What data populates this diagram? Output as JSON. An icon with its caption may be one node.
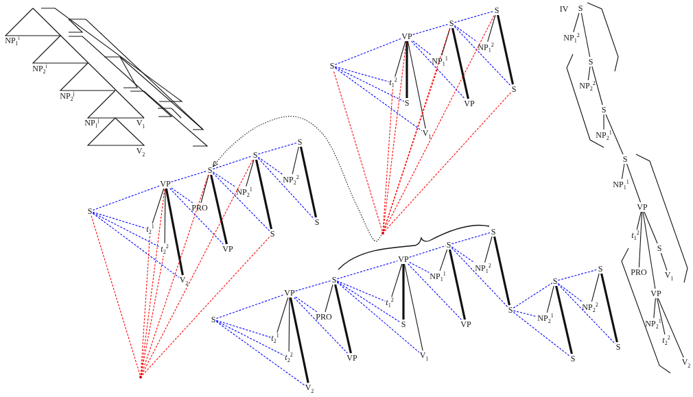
{
  "diagram": {
    "nodes": [
      {
        "text": [
          "S"
        ]
      },
      {
        "text": [
          "VP"
        ]
      },
      {
        "text": [
          "*t*$_{1}$$^{2}$"
        ]
      },
      {
        "text": [
          "S"
        ]
      },
      {
        "text": [
          "V$_{1}$"
        ]
      },
      {
        "text": [
          "NP$_{1}$$^{1}$"
        ]
      },
      {
        "text": [
          "S"
        ]
      },
      {
        "text": [
          "VP"
        ]
      },
      {
        "text": [
          "NP$_{1}$$^{2}$"
        ]
      },
      {
        "text": [
          "S"
        ]
      },
      {
        "text": [
          "S"
        ]
      },
      {
        "text": [],
        "shape": "circle"
      },
      {
        "text": [
          "S"
        ]
      },
      {
        "text": [
          "VP"
        ]
      },
      {
        "text": [
          "*t*$_{2}$$^{1}$"
        ]
      },
      {
        "text": [
          "*t*$_{2}$$^{2}$"
        ]
      },
      {
        "text": [
          "V$_{2}$"
        ]
      },
      {
        "text": [
          "S"
        ]
      },
      {
        "text": [
          "PRO"
        ]
      },
      {
        "text": [
          "VP"
        ]
      },
      {
        "text": [
          "S"
        ]
      },
      {
        "text": [
          "NP$_{2}$$^{1}$"
        ]
      },
      {
        "text": [
          "S"
        ]
      },
      {
        "text": [
          "S"
        ]
      },
      {
        "text": [
          "NP$_{2}$$^{2}$"
        ]
      },
      {
        "text": [
          "S"
        ]
      },
      {
        "text": [],
        "shape": "circle"
      },
      {
        "text": [
          "S"
        ]
      },
      {
        "text": [
          "VP"
        ]
      },
      {
        "text": [
          "*t*$_{2}$$^{1}$"
        ]
      },
      {
        "text": [
          "*t*$_{2}$$^{2}$"
        ]
      },
      {
        "text": [
          "V$_{2}$"
        ]
      },
      {
        "text": [
          "S"
        ]
      },
      {
        "text": [
          "PRO"
        ]
      },
      {
        "text": [
          "VP"
        ]
      },
      {
        "text": [
          "VP"
        ]
      },
      {
        "text": [
          "*t*$_{1}$$^{2}$"
        ]
      },
      {
        "text": [
          "S"
        ]
      },
      {
        "text": [
          "V$_{1}$"
        ]
      },
      {
        "text": [
          "NP$_{1}$$^{1}$"
        ]
      },
      {
        "text": [
          "S"
        ]
      },
      {
        "text": [
          "VP"
        ]
      },
      {
        "text": [
          "NP$_{1}$$^{2}$"
        ]
      },
      {
        "text": [
          "S"
        ]
      },
      {
        "text": [
          "S"
        ]
      },
      {
        "text": [
          "NP$_{2}$$^{1}$"
        ]
      },
      {
        "text": [
          "S"
        ]
      },
      {
        "text": [
          "S"
        ]
      },
      {
        "text": [
          "NP$_{2}$$^{2}$"
        ]
      },
      {
        "text": [
          "S"
        ]
      },
      {
        "text": [
          "S"
        ]
      },
      {
        "text": [
          "S"
        ]
      },
      {
        "text": [
          "NP$_{1}$$^{2}$"
        ]
      },
      {
        "text": [
          "S"
        ]
      },
      {
        "text": [
          "NP$_{2}$$^{2}$"
        ]
      },
      {
        "text": [
          "S"
        ]
      },
      {
        "text": [
          "NP$_{2}$$^{1}$"
        ]
      },
      {
        "text": [
          "S"
        ]
      },
      {
        "text": [
          "NP$_{1}$$^{1}$"
        ]
      },
      {
        "text": [
          "VP"
        ]
      },
      {
        "text": [
          "*t*$_{1}$$^{2}$"
        ]
      },
      {
        "text": [
          "S"
        ]
      },
      {
        "text": [
          "PRO"
        ]
      },
      {
        "text": [
          "V$_{1}$"
        ]
      },
      {
        "text": [
          "VP"
        ]
      },
      {
        "text": [
          "NP$_{2}$$^{1}$"
        ]
      },
      {
        "text": [
          "*t*$_{2}$$^{2}$"
        ]
      },
      {
        "text": [
          "V$_{2}$"
        ]
      }
    ],
    "edges": [
      {
        "from": 1,
        "to": 2,
        "arrow": "none"
      },
      {
        "from": 1,
        "to": 3,
        "arrow": "none",
        "style": "thick"
      },
      {
        "from": 1,
        "to": 4,
        "arrow": "none"
      },
      {
        "from": 6,
        "to": 5,
        "arrow": "none"
      },
      {
        "from": 6,
        "to": 7,
        "arrow": "none",
        "style": "thick"
      },
      {
        "from": 9,
        "to": 8,
        "arrow": "none"
      },
      {
        "from": 9,
        "to": 10,
        "arrow": "none",
        "style": "thick"
      },
      {
        "from": 0,
        "to": 1,
        "arrow": "none",
        "style": "dashed",
        "color": "#0000ff"
      },
      {
        "from": 0,
        "to": 2,
        "arrow": "none",
        "style": "dashed",
        "color": "#0000ff"
      },
      {
        "from": 0,
        "to": 3,
        "arrow": "none",
        "style": "dashed",
        "color": "#0000ff"
      },
      {
        "from": 0,
        "to": 4,
        "arrow": "none",
        "style": "dashed",
        "color": "#0000ff"
      },
      {
        "from": 1,
        "to": 6,
        "arrow": "none",
        "style": "dashed",
        "color": "#0000ff"
      },
      {
        "from": 1,
        "to": 5,
        "arrow": "none",
        "style": "dashed",
        "color": "#0000ff"
      },
      {
        "from": 1,
        "to": 7,
        "arrow": "none",
        "style": "dashed",
        "color": "#0000ff"
      },
      {
        "from": 6,
        "to": 9,
        "arrow": "none",
        "style": "dashed",
        "color": "#0000ff"
      },
      {
        "from": 6,
        "to": 8,
        "arrow": "none",
        "style": "dashed",
        "color": "#0000ff"
      },
      {
        "from": 6,
        "to": 10,
        "arrow": "none",
        "style": "dashed",
        "color": "#0000ff"
      },
      {
        "from": 11,
        "to": 0,
        "arrow": "none",
        "style": "dashed",
        "color": "#ff0000"
      },
      {
        "from": 11,
        "to": 2,
        "arrow": "none",
        "style": "dashed",
        "color": "#ff0000"
      },
      {
        "from": 11,
        "to": 1,
        "arrow": "none",
        "style": "dashed",
        "color": "#ff0000"
      },
      {
        "from": 11,
        "to": 5,
        "arrow": "none",
        "style": "dashed",
        "color": "#ff0000"
      },
      {
        "from": 11,
        "to": 6,
        "arrow": "none",
        "style": "dashed",
        "color": "#ff0000"
      },
      {
        "from": 11,
        "to": 9,
        "arrow": "none",
        "style": "dashed",
        "color": "#ff0000"
      },
      {
        "from": 11,
        "to": 10,
        "arrow": "none",
        "style": "dashed",
        "color": "#ff0000"
      },
      {
        "from": 11,
        "to": 17,
        "arrow": "to",
        "style": "dashed"
      },
      {
        "from": 13,
        "to": 14,
        "arrow": "none"
      },
      {
        "from": 13,
        "to": 15,
        "arrow": "none"
      },
      {
        "from": 13,
        "to": 16,
        "arrow": "none",
        "style": "thick"
      },
      {
        "from": 17,
        "to": 18,
        "arrow": "none"
      },
      {
        "from": 17,
        "to": 19,
        "arrow": "none",
        "style": "thick"
      },
      {
        "from": 20,
        "to": 21,
        "arrow": "none"
      },
      {
        "from": 20,
        "to": 22,
        "arrow": "none",
        "style": "thick"
      },
      {
        "from": 23,
        "to": 24,
        "arrow": "none"
      },
      {
        "from": 23,
        "to": 25,
        "arrow": "none",
        "style": "thick"
      },
      {
        "from": 12,
        "to": 13,
        "arrow": "none",
        "style": "dashed",
        "color": "#0000ff"
      },
      {
        "from": 12,
        "to": 14,
        "arrow": "none",
        "style": "dashed",
        "color": "#0000ff"
      },
      {
        "from": 12,
        "to": 15,
        "arrow": "none",
        "style": "dashed",
        "color": "#0000ff"
      },
      {
        "from": 12,
        "to": 16,
        "arrow": "none",
        "style": "dashed",
        "color": "#0000ff"
      },
      {
        "from": 13,
        "to": 17,
        "arrow": "none",
        "style": "dashed",
        "color": "#0000ff"
      },
      {
        "from": 13,
        "to": 18,
        "arrow": "none",
        "style": "dashed",
        "color": "#0000ff"
      },
      {
        "from": 13,
        "to": 19,
        "arrow": "none",
        "style": "dashed",
        "color": "#0000ff"
      },
      {
        "from": 17,
        "to": 20,
        "arrow": "none",
        "style": "dashed",
        "color": "#0000ff"
      },
      {
        "from": 17,
        "to": 21,
        "arrow": "none",
        "style": "dashed",
        "color": "#0000ff"
      },
      {
        "from": 17,
        "to": 22,
        "arrow": "none",
        "style": "dashed",
        "color": "#0000ff"
      },
      {
        "from": 20,
        "to": 23,
        "arrow": "none",
        "style": "dashed",
        "color": "#0000ff"
      },
      {
        "from": 20,
        "to": 24,
        "arrow": "none",
        "style": "dashed",
        "color": "#0000ff"
      },
      {
        "from": 20,
        "to": 25,
        "arrow": "none",
        "style": "dashed",
        "color": "#0000ff"
      },
      {
        "from": 26,
        "to": 12,
        "arrow": "none",
        "style": "dashed",
        "color": "#ff0000"
      },
      {
        "from": 26,
        "to": 14,
        "arrow": "none",
        "style": "dashed",
        "color": "#ff0000"
      },
      {
        "from": 26,
        "to": 15,
        "arrow": "none",
        "style": "dashed",
        "color": "#ff0000"
      },
      {
        "from": 26,
        "to": 13,
        "arrow": "none",
        "style": "dashed",
        "color": "#ff0000"
      },
      {
        "from": 26,
        "to": 17,
        "arrow": "none",
        "style": "dashed",
        "color": "#ff0000"
      },
      {
        "from": 26,
        "to": 20,
        "arrow": "none",
        "style": "dashed",
        "color": "#ff0000"
      },
      {
        "from": 26,
        "to": 22,
        "arrow": "none",
        "style": "dashed",
        "color": "#ff0000"
      },
      {
        "from": 28,
        "to": 29,
        "arrow": "none"
      },
      {
        "from": 28,
        "to": 30,
        "arrow": "none"
      },
      {
        "from": 28,
        "to": 31,
        "arrow": "none",
        "style": "thick"
      },
      {
        "from": 32,
        "to": 33,
        "arrow": "none"
      },
      {
        "from": 32,
        "to": 34,
        "arrow": "none",
        "style": "thick"
      },
      {
        "from": 35,
        "to": 36,
        "arrow": "none"
      },
      {
        "from": 35,
        "to": 37,
        "arrow": "none",
        "style": "thick"
      },
      {
        "from": 35,
        "to": 38,
        "arrow": "none"
      },
      {
        "from": 40,
        "to": 39,
        "arrow": "none"
      },
      {
        "from": 40,
        "to": 41,
        "arrow": "none",
        "style": "thick"
      },
      {
        "from": 43,
        "to": 42,
        "arrow": "none"
      },
      {
        "from": 43,
        "to": 44,
        "arrow": "none",
        "style": "thick"
      },
      {
        "from": 46,
        "to": 45,
        "arrow": "none"
      },
      {
        "from": 46,
        "to": 47,
        "arrow": "none",
        "style": "thick"
      },
      {
        "from": 49,
        "to": 48,
        "arrow": "none"
      },
      {
        "from": 49,
        "to": 50,
        "arrow": "none",
        "style": "thick"
      },
      {
        "from": 27,
        "to": 28,
        "arrow": "none",
        "style": "dashed",
        "color": "#0000ff"
      },
      {
        "from": 27,
        "to": 29,
        "arrow": "none",
        "style": "dashed",
        "color": "#0000ff"
      },
      {
        "from": 27,
        "to": 30,
        "arrow": "none",
        "style": "dashed",
        "color": "#0000ff"
      },
      {
        "from": 27,
        "to": 31,
        "arrow": "none",
        "style": "dashed",
        "color": "#0000ff"
      },
      {
        "from": 28,
        "to": 32,
        "arrow": "none",
        "style": "dashed",
        "color": "#0000ff"
      },
      {
        "from": 28,
        "to": 33,
        "arrow": "none",
        "style": "dashed",
        "color": "#0000ff"
      },
      {
        "from": 28,
        "to": 34,
        "arrow": "none",
        "style": "dashed",
        "color": "#0000ff"
      },
      {
        "from": 32,
        "to": 35,
        "arrow": "none",
        "style": "dashed",
        "color": "#0000ff"
      },
      {
        "from": 32,
        "to": 36,
        "arrow": "none",
        "style": "dashed",
        "color": "#0000ff"
      },
      {
        "from": 32,
        "to": 37,
        "arrow": "none",
        "style": "dashed",
        "color": "#0000ff"
      },
      {
        "from": 32,
        "to": 38,
        "arrow": "none",
        "style": "dashed",
        "color": "#0000ff"
      },
      {
        "from": 35,
        "to": 40,
        "arrow": "none",
        "style": "dashed",
        "color": "#0000ff"
      },
      {
        "from": 35,
        "to": 39,
        "arrow": "none",
        "style": "dashed",
        "color": "#0000ff"
      },
      {
        "from": 35,
        "to": 41,
        "arrow": "none",
        "style": "dashed",
        "color": "#0000ff"
      },
      {
        "from": 40,
        "to": 43,
        "arrow": "none",
        "style": "dashed",
        "color": "#0000ff"
      },
      {
        "from": 40,
        "to": 42,
        "arrow": "none",
        "style": "dashed",
        "color": "#0000ff"
      },
      {
        "from": 40,
        "to": 44,
        "arrow": "none",
        "style": "dashed",
        "color": "#0000ff"
      },
      {
        "from": 44,
        "to": 46,
        "arrow": "none",
        "style": "dashed",
        "color": "#0000ff"
      },
      {
        "from": 44,
        "to": 45,
        "arrow": "none",
        "style": "dashed",
        "color": "#0000ff"
      },
      {
        "from": 44,
        "to": 47,
        "arrow": "none",
        "style": "dashed",
        "color": "#0000ff"
      },
      {
        "from": 46,
        "to": 49,
        "arrow": "none",
        "style": "dashed",
        "color": "#0000ff"
      },
      {
        "from": 46,
        "to": 48,
        "arrow": "none",
        "style": "dashed",
        "color": "#0000ff"
      },
      {
        "from": 46,
        "to": 50,
        "arrow": "none",
        "style": "dashed",
        "color": "#0000ff"
      },
      {
        "from": 51,
        "to": 52,
        "arrow": "none"
      },
      {
        "from": 51,
        "to": 53,
        "arrow": "none"
      },
      {
        "from": 53,
        "to": 54,
        "arrow": "none"
      },
      {
        "from": 53,
        "to": 55,
        "arrow": "none"
      },
      {
        "from": 55,
        "to": 56,
        "arrow": "none"
      },
      {
        "from": 55,
        "to": 57,
        "arrow": "none"
      },
      {
        "from": 57,
        "to": 58,
        "arrow": "none"
      },
      {
        "from": 57,
        "to": 59,
        "arrow": "none"
      },
      {
        "from": 59,
        "to": 60,
        "arrow": "none"
      },
      {
        "from": 59,
        "to": 61,
        "arrow": "none"
      },
      {
        "from": 61,
        "to": 63,
        "arrow": "none"
      },
      {
        "from": 59,
        "to": 62,
        "arrow": "none"
      },
      {
        "from": 59,
        "to": 64,
        "arrow": "none"
      },
      {
        "from": 64,
        "to": 65,
        "arrow": "none"
      },
      {
        "from": 64,
        "to": 66,
        "arrow": "none"
      },
      {
        "from": 64,
        "to": 67,
        "arrow": "none"
      }
    ],
    "labels": [
      "NP$_{1}$$^{i}$",
      "NP$_{2}$$^{i}$",
      "NP$_{2}$$^{j}$",
      "NP$_{1}$$^{j}$",
      "V$_{1}$",
      "V$_{2}$",
      "IV"
    ]
  }
}
